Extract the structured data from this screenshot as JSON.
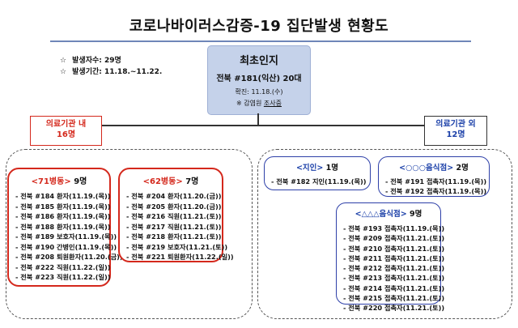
{
  "title": "코로나바이러스감증-19 집단발생 현황도",
  "info": [
    {
      "star": "☆",
      "text": "발생자수: 29명"
    },
    {
      "star": "☆",
      "text": "발생기간: 11.18.~11.22."
    }
  ],
  "first_case": {
    "heading": "최초인지",
    "main": "전북 #181(익산) 20대",
    "confirmed": "확진: 11.18.(수)",
    "note_prefix": "※ 감염원 ",
    "note_underlined": "조사중"
  },
  "medical_inside": {
    "label_line1": "의료기관 내",
    "label_line2": "16명"
  },
  "medical_outside": {
    "label_line1": "의료기관 외",
    "label_line2": "12명"
  },
  "ward71": {
    "name": "<71병동>",
    "count": "9명",
    "items": [
      "- 전북 #184 환자(11.19.(목))",
      "- 전북 #185 환자(11.19.(목))",
      "- 전북 #186 환자(11.19.(목))",
      "- 전북 #188 환자(11.19.(목))",
      "- 전북 #189 보호자(11.19.(목))",
      "- 전북 #190 간병인(11.19.(목))",
      "- 전북 #208 퇴원환자(11.20.(금))",
      "- 전북 #222 직원(11.22.(일))",
      "- 전북 #223 직원(11.22.(일))"
    ]
  },
  "ward62": {
    "name": "<62병동>",
    "count": "7명",
    "items": [
      "- 전북 #204 환자(11.20.(금))",
      "- 전북 #205 환자(11.20.(금))",
      "- 전북 #216 직원(11.21.(토))",
      "- 전북 #217 직원(11.21.(토))",
      "- 전북 #218 환자(11.21.(토))",
      "- 전북 #219 보호자(11.21.(토))",
      "- 전북 #221 퇴원환자(11.22.(일))"
    ]
  },
  "acquaintance": {
    "name": "<지인>",
    "count": "1명",
    "items": [
      "- 전북 #182 지인(11.19.(목))"
    ]
  },
  "restaurant1": {
    "name": "<○○○음식점>",
    "count": "2명",
    "items": [
      "- 전북 #191 접촉자(11.19.(목))",
      "- 전북 #192 접촉자(11.19.(목))"
    ]
  },
  "restaurant2": {
    "name": "<△△△음식점>",
    "count": "9명",
    "items": [
      "- 전북 #193 접촉자(11.19.(목))",
      "- 전북 #209 접촉자(11.21.(토))",
      "- 전북 #210 접촉자(11.21.(토))",
      "- 전북 #211 접촉자(11.21.(토))",
      "- 전북 #212 접촉자(11.21.(토))",
      "- 전북 #213 접촉자(11.21.(토))",
      "- 전북 #214 접촉자(11.21.(토))",
      "- 전북 #215 접촉자(11.21.(토))",
      "- 전북 #220 접촉자(11.21.(토))"
    ]
  },
  "colors": {
    "accent_red": "#d4281c",
    "accent_blue": "#1a3fa8",
    "first_case_bg": "#c5d2ea",
    "title_line": "#6f86b8"
  }
}
